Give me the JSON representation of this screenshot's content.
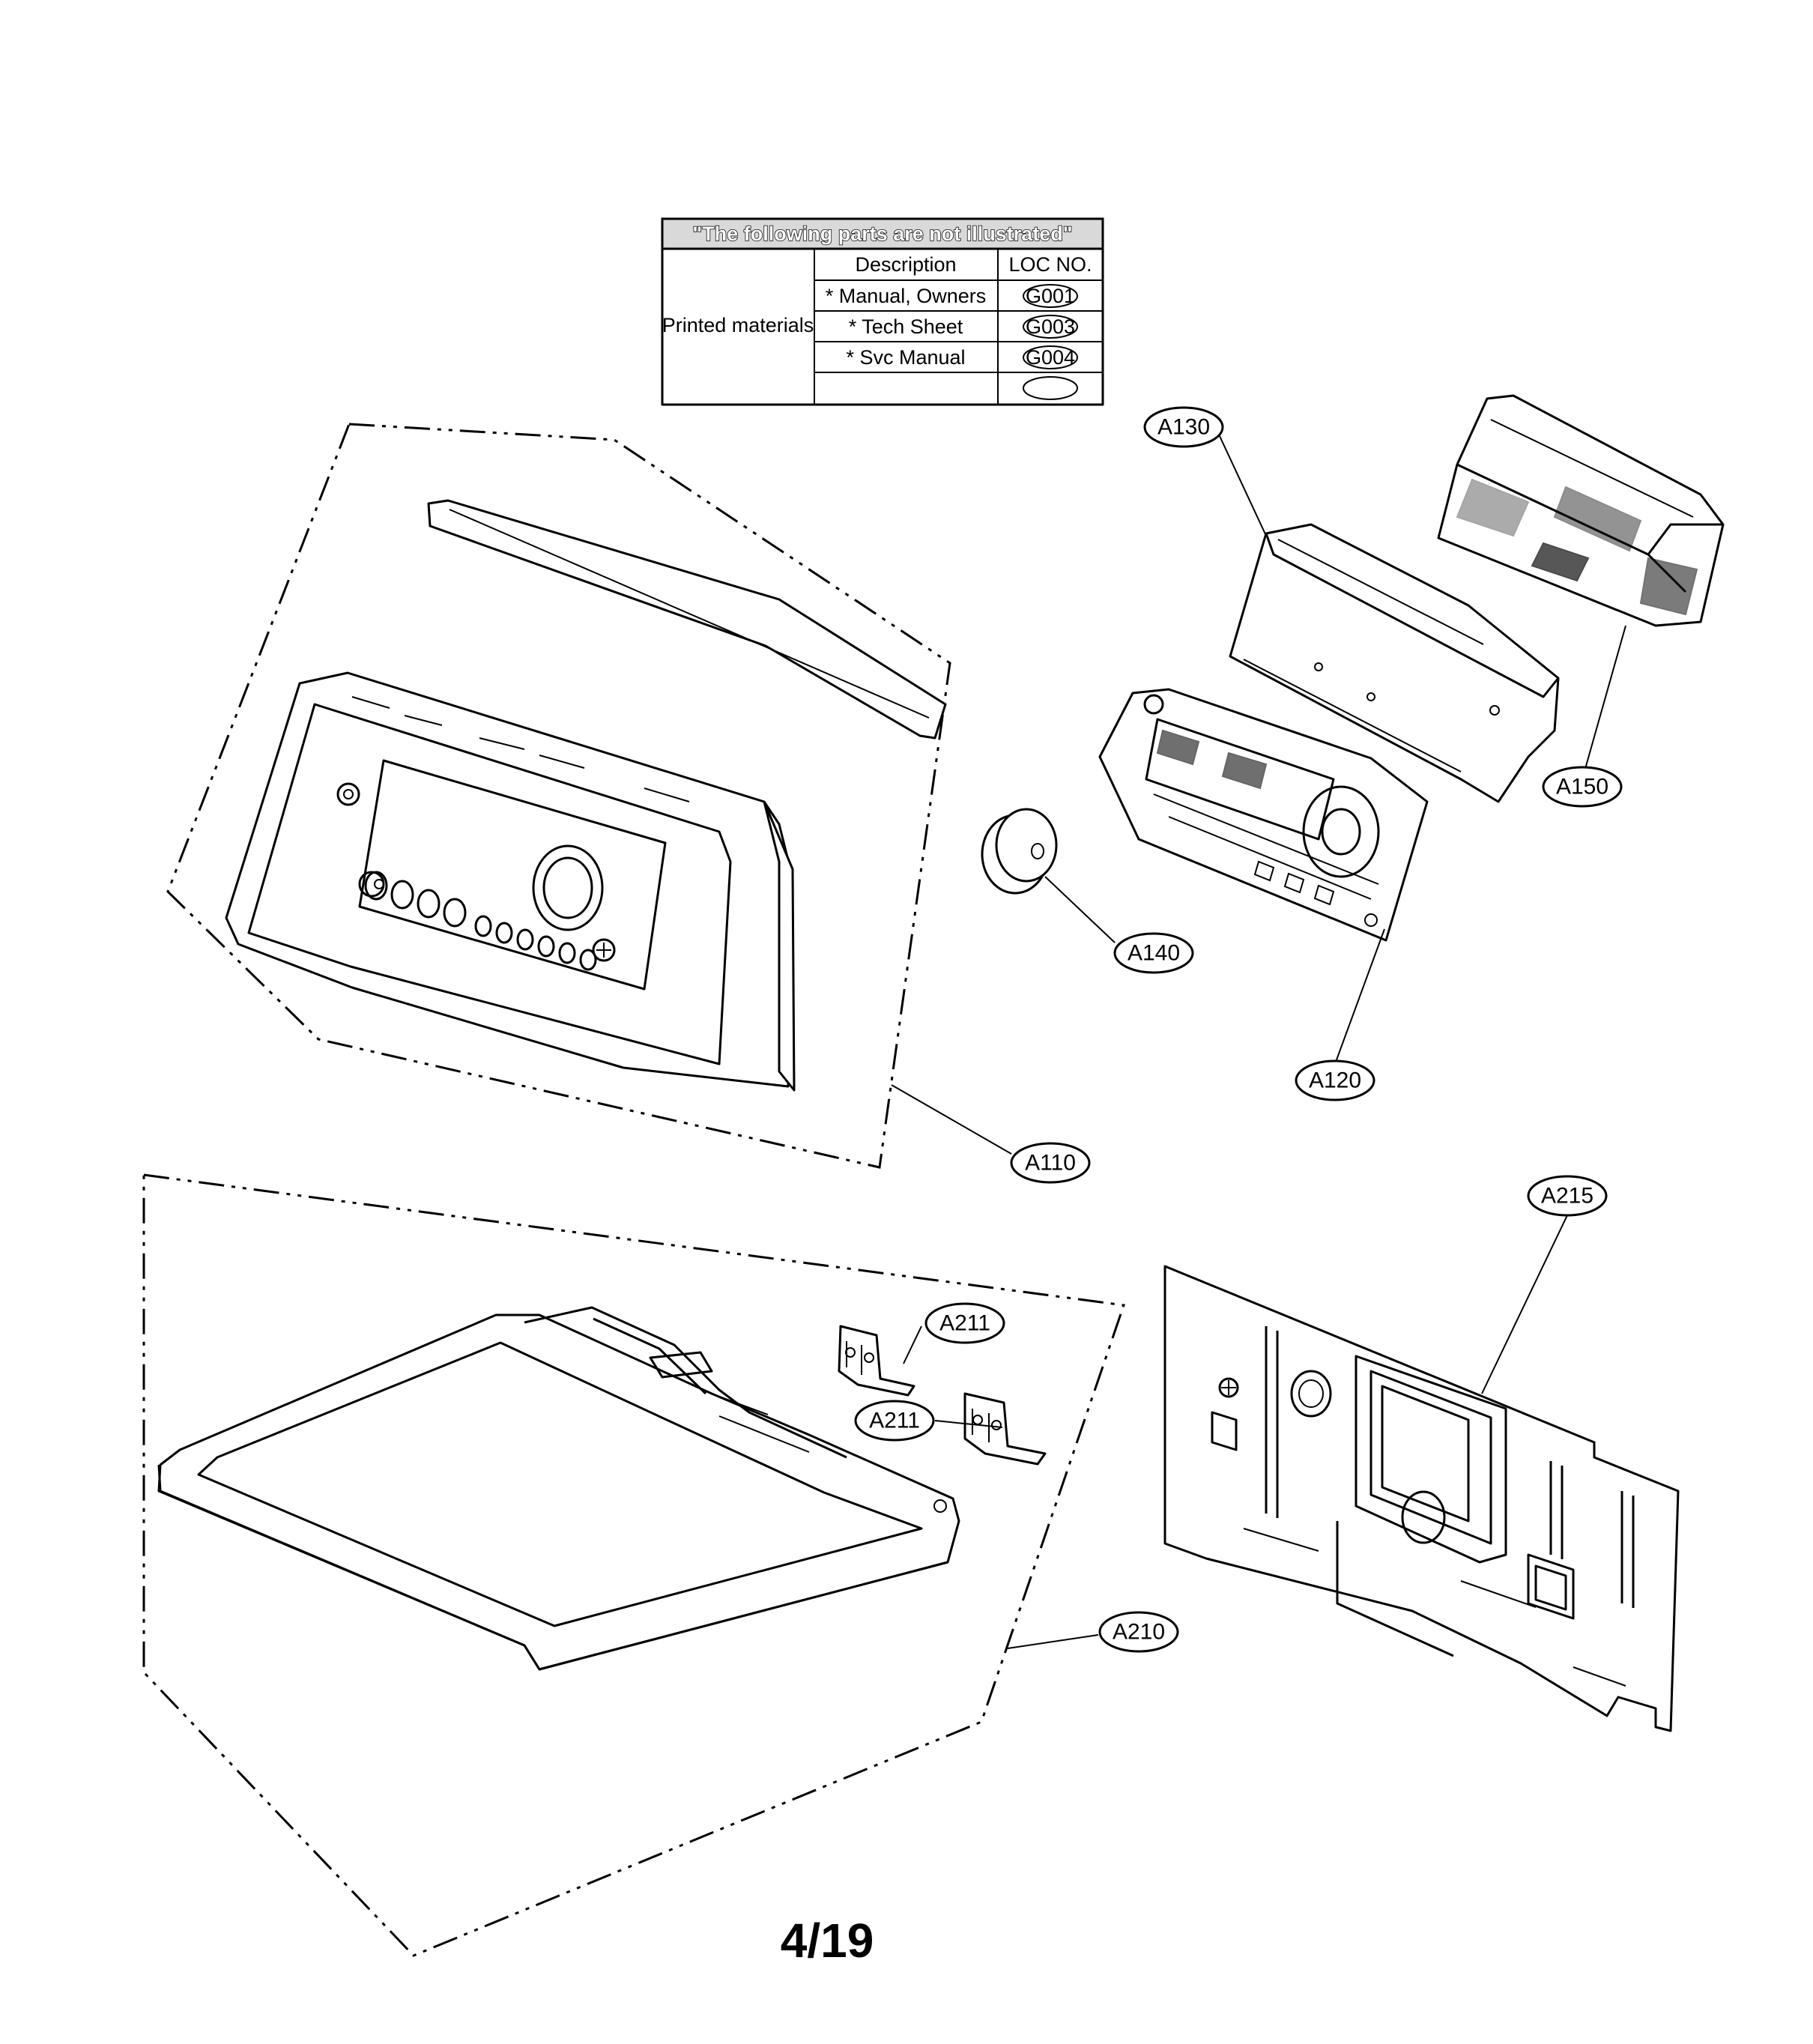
{
  "table": {
    "header": "\"The following parts are not illustrated\"",
    "col_description": "Description",
    "col_loc": "LOC NO.",
    "group": "Printed materials",
    "rows": [
      {
        "description": "* Manual, Owners",
        "loc": "G001"
      },
      {
        "description": "* Tech Sheet",
        "loc": "G003"
      },
      {
        "description": "* Svc Manual",
        "loc": "G004"
      },
      {
        "description": "",
        "loc": ""
      }
    ]
  },
  "labels": {
    "a130": "A130",
    "a150": "A150",
    "a140": "A140",
    "a120": "A120",
    "a110": "A110",
    "a215": "A215",
    "a211_1": "A211",
    "a211_2": "A211",
    "a210": "A210"
  },
  "page_number": "4/19"
}
